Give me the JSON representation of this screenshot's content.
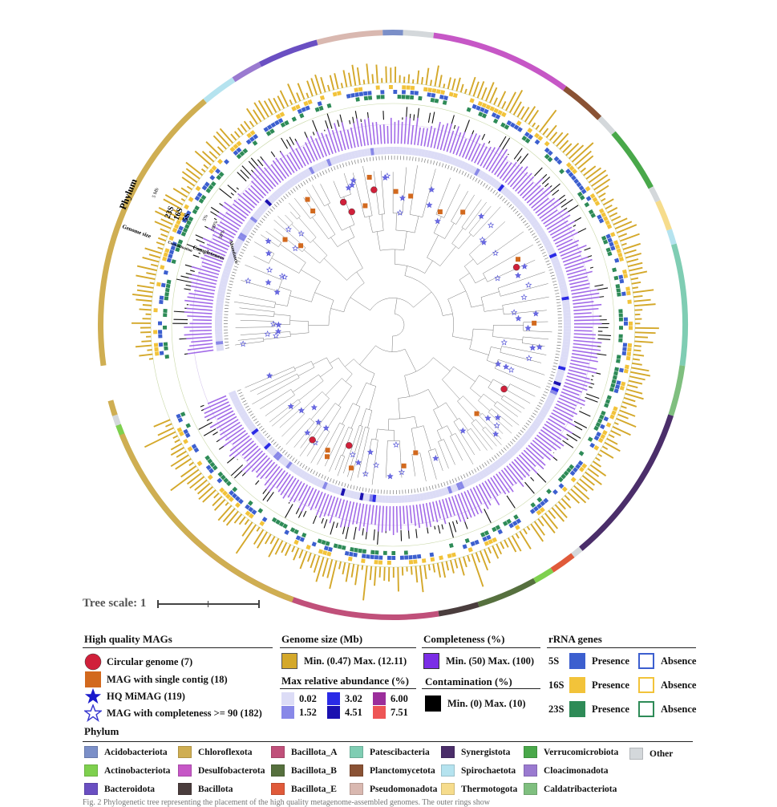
{
  "tree": {
    "scale_label": "Tree scale: 1",
    "ring_labels": {
      "phylum": "Phylum",
      "genome_size": "Genome size",
      "contamination": "Contamination",
      "completeness": "Completeness",
      "abundance": "Abundance",
      "r23s": "23S",
      "r16s": "16S",
      "r5s": "5S",
      "genome_scale": "5 Mb",
      "contam_scale": "5%",
      "compl_scale1": "100%",
      "compl_scale2": "50%"
    }
  },
  "legend": {
    "hq": {
      "title": "High quality MAGs",
      "items": [
        {
          "shape": "circle",
          "color": "#d0203a",
          "label": "Circular genome (7)"
        },
        {
          "shape": "square",
          "color": "#d2691e",
          "label": "MAG with single contig (18)"
        },
        {
          "shape": "star",
          "color": "#1a1acc",
          "label": "HQ MiMAG (119)"
        },
        {
          "shape": "star-outline",
          "color": "#3a3ad0",
          "label": "MAG with completeness >= 90 (182)"
        }
      ]
    },
    "genome_size": {
      "title": "Genome size (Mb)",
      "color": "#d4a82a",
      "label": "Min. (0.47) Max. (12.11)"
    },
    "completeness": {
      "title": "Completeness (%)",
      "color": "#7b2de6",
      "label": "Min. (50) Max. (100)"
    },
    "contamination": {
      "title": "Contamination (%)",
      "color": "#000000",
      "label": "Min. (0) Max. (10)"
    },
    "abundance": {
      "title": "Max relative abundance (%)",
      "items": [
        {
          "value": "0.02",
          "color": "#dcdcf6"
        },
        {
          "value": "1.52",
          "color": "#8888e8"
        },
        {
          "value": "3.02",
          "color": "#2a2ae6"
        },
        {
          "value": "4.51",
          "color": "#1a10b0"
        },
        {
          "value": "6.00",
          "color": "#9b2e9b"
        },
        {
          "value": "7.51",
          "color": "#ee5555"
        }
      ]
    },
    "rrna": {
      "title": "rRNA genes",
      "presence": "Presence",
      "absence": "Absence",
      "rows": [
        {
          "gene": "5S",
          "color": "#3c5fcf"
        },
        {
          "gene": "16S",
          "color": "#f2c33a"
        },
        {
          "gene": "23S",
          "color": "#2e8b57"
        }
      ]
    },
    "phylum": {
      "title": "Phylum",
      "items": [
        {
          "name": "Acidobacteriota",
          "color": "#7b8fc8"
        },
        {
          "name": "Actinobacteriota",
          "color": "#7ed04e"
        },
        {
          "name": "Bacteroidota",
          "color": "#6a4fc2"
        },
        {
          "name": "Chloroflexota",
          "color": "#cfae52"
        },
        {
          "name": "Desulfobacterota",
          "color": "#c657c6"
        },
        {
          "name": "Bacillota",
          "color": "#4a3d3d"
        },
        {
          "name": "Bacillota_A",
          "color": "#c0507a"
        },
        {
          "name": "Bacillota_B",
          "color": "#56703e"
        },
        {
          "name": "Bacillota_E",
          "color": "#e05a3a"
        },
        {
          "name": "Patescibacteria",
          "color": "#7fcdb3"
        },
        {
          "name": "Planctomycetota",
          "color": "#8a5234"
        },
        {
          "name": "Pseudomonadota",
          "color": "#d9b8b0"
        },
        {
          "name": "Synergistota",
          "color": "#4b2e6a"
        },
        {
          "name": "Spirochaetota",
          "color": "#b5e3ef"
        },
        {
          "name": "Thermotogota",
          "color": "#f6dc8c"
        },
        {
          "name": "Verrucomicrobiota",
          "color": "#49a84a"
        },
        {
          "name": "Cloacimonadota",
          "color": "#9a7ad0"
        },
        {
          "name": "Caldatribacteriota",
          "color": "#7fbf7f"
        },
        {
          "name": "Other",
          "color": "#d4d8db"
        }
      ]
    }
  },
  "caption": "Fig. 2  Phylogenetic tree representing the placement of the high quality metagenome-assembled genomes. The outer rings show"
}
